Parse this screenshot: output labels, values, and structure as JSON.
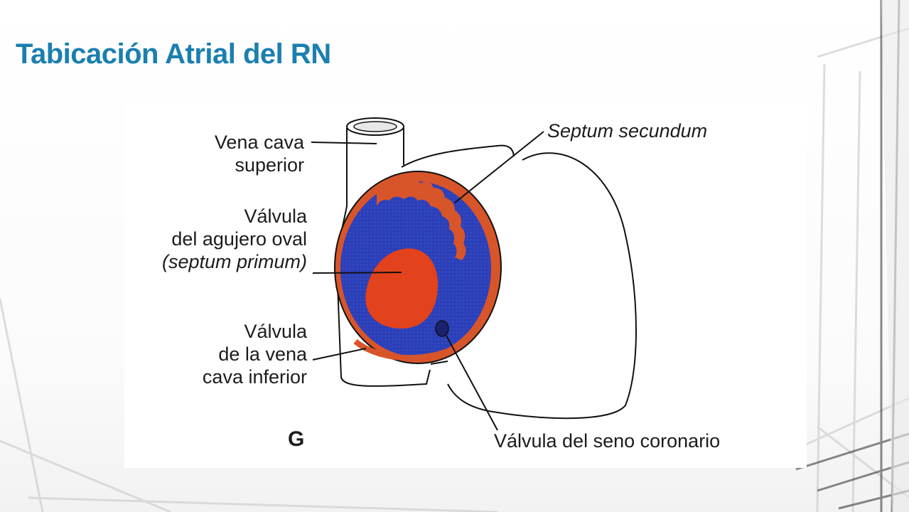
{
  "slide": {
    "title": "Tabicación Atrial del RN"
  },
  "diagram": {
    "panel_letter": "G",
    "labels": {
      "vena_cava_superior": [
        "Vena cava",
        "superior"
      ],
      "valvula_agujero_oval": [
        "Válvula",
        "del agujero oval",
        "(septum primum)"
      ],
      "valvula_vena_cava_inferior": [
        "Válvula",
        "de la vena",
        "cava inferior"
      ],
      "septum_secundum": "Septum secundum",
      "valvula_seno_coronario": "Válvula del seno coronario"
    },
    "colors": {
      "septum_secundum_fill": "#2b3fb8",
      "septum_primum_fill": "#e2421c",
      "rim_fill": "#d8552a",
      "outline": "#111111",
      "title": "#1a7fb0"
    }
  }
}
